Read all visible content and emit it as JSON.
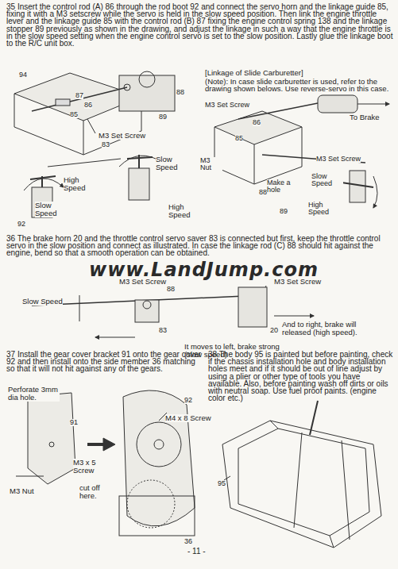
{
  "diagram": {
    "labels": [
      "35 Insert the control rod (A) 86 through the rod boot 92 and connect the servo horn and the linkage guide 85, fixing it with a M3 setscrew while the servo is held in the slow speed position. Then link the engine throttle lever and the linkage guide 85 with the control rod (B) 87 fixing the engine control spring 138 and the linkage stopper 89 previously as shown in the drawing, and adjust the linkage in such a way that the engine throttle is in the slow speed setting when the engine control servo is set to the slow position. Lastly glue the linkage boot to the R/C unit box.",
      "94",
      "87",
      "86",
      "85",
      "89",
      "88",
      "83",
      "92",
      "M3 Set Screw",
      "Slow Speed",
      "High Speed",
      "Slow Speed",
      "High Speed",
      "[Linkage of Slide Carburetter]",
      "(Note): In case slide carburetter is used, refer to the drawing shown belows. Use reverse-servo in this case.",
      "M3 Set Screw",
      "To Brake",
      "M3 Nut",
      "M3 Set Screw",
      "Make a hole",
      "Slow Speed",
      "High Speed",
      "85",
      "86",
      "88",
      "89",
      "36 The brake horn 20 and the throttle control servo saver 83 is connected but first, keep the throttle control servo in the slow position and connect as illustrated. In case the linkage rod (C) 88 should hit against the engine, bend so that a smooth operation can be obtained.",
      "www.LandJump.com",
      "M3 Set Screw",
      "M3 Set Screw",
      "Slow Speed",
      "And to right, brake will released (high speed).",
      "It moves to left, brake strong (slow speed)",
      "88",
      "20",
      "83",
      "37 Install the gear cover bracket 91 onto the gear cover 92 and then install onto the side member 36 matching so that it will not hit against any of the gears.",
      "Perforate 3mm dia hole.",
      "M4 x 8 Screw",
      "M3 x 5 Screw",
      "M3 Nut",
      "cut off here.",
      "91",
      "92",
      "36",
      "38 The body 95 is painted but before painting, check if the chassis installation hole and body installation holes meet and if it should be out of line adjust by using a plier or other type of tools you have available. Also, before painting wash off dirts or oils with neutral soap. Use fuel proof paints. (engine color etc.)",
      "95",
      "- 11 -"
    ]
  }
}
